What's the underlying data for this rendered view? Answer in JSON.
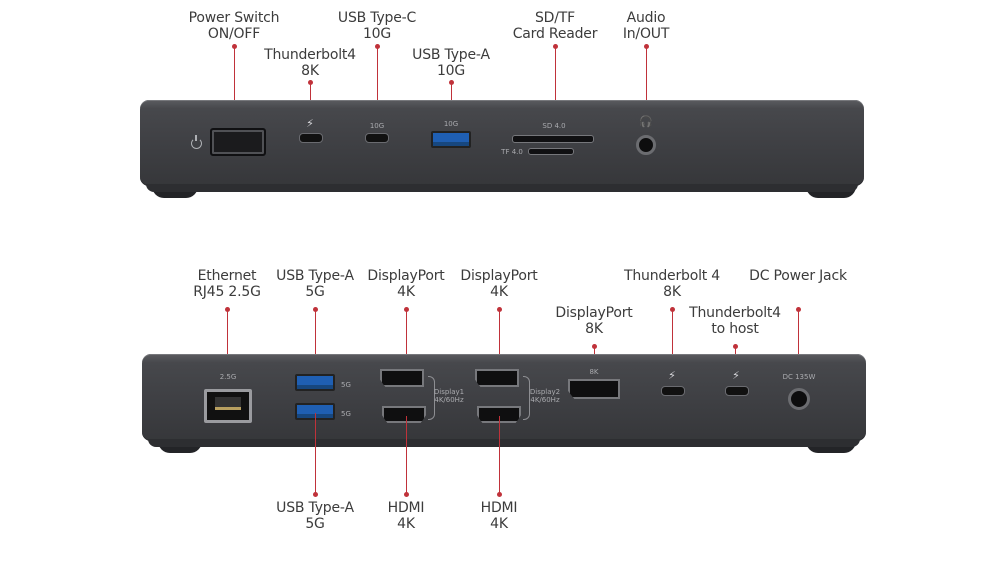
{
  "top_labels": {
    "power_switch": [
      "Power Switch",
      "ON/OFF"
    ],
    "thunderbolt4_8k": [
      "Thunderbolt4",
      "8K"
    ],
    "usb_c_10g": [
      "USB Type-C",
      "10G"
    ],
    "usb_a_10g": [
      "USB Type-A",
      "10G"
    ],
    "sd_tf": [
      "SD/TF",
      "Card Reader"
    ],
    "audio": [
      "Audio",
      "In/OUT"
    ]
  },
  "bottom_labels_top": {
    "ethernet": [
      "Ethernet",
      "RJ45 2.5G"
    ],
    "usb_a_5g_top": [
      "USB Type-A",
      "5G"
    ],
    "displayport1": [
      "DisplayPort",
      "4K"
    ],
    "displayport2": [
      "DisplayPort",
      "4K"
    ],
    "displayport_8k": [
      "DisplayPort",
      "8K"
    ],
    "thunderbolt4_8k_rear": [
      "Thunderbolt 4",
      "8K"
    ],
    "thunderbolt4_host": [
      "Thunderbolt4",
      "to host"
    ],
    "dc_power": [
      "DC Power Jack"
    ]
  },
  "bottom_labels_under": {
    "usb_a_5g_bottom": [
      "USB Type-A",
      "5G"
    ],
    "hdmi1": [
      "HDMI",
      "4K"
    ],
    "hdmi2": [
      "HDMI",
      "4K"
    ]
  },
  "device_print": {
    "usb_c": "10G",
    "usb_a": "10G",
    "sd": "SD 4.0",
    "tf": "TF 4.0",
    "eth": "2.5G",
    "usb5g_1": "5G",
    "usb5g_2": "5G",
    "display1": [
      "Display1",
      "4K/60Hz"
    ],
    "display2": [
      "Display2",
      "4K/60Hz"
    ],
    "dp8k": "8K",
    "dc": "DC 135W"
  },
  "colors": {
    "leader": "#c0323a",
    "label": "#3c3c3c",
    "dock": "#3e3f43"
  }
}
